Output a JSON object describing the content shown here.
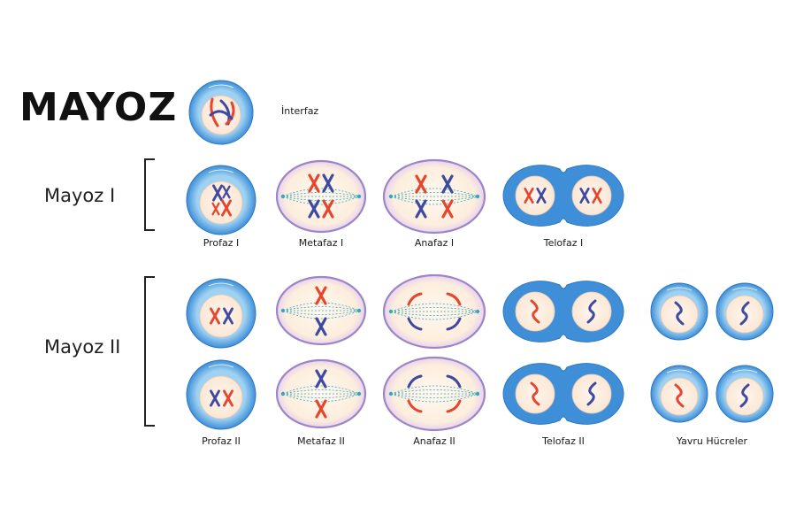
{
  "title": "MAYOZ",
  "sections": {
    "meiosis1": "Mayoz I",
    "meiosis2": "Mayoz II"
  },
  "stages": {
    "interphase": "İnterfaz",
    "prophase1": "Profaz I",
    "metaphase1": "Metafaz I",
    "anaphase1": "Anafaz I",
    "telophase1": "Telofaz I",
    "prophase2": "Profaz II",
    "metaphase2": "Metafaz II",
    "anaphase2": "Anafaz II",
    "telophase2": "Telofaz II",
    "daughter_cells": "Yavru Hücreler"
  },
  "colors": {
    "cell_outer": "#3f8fd8",
    "cell_inner": "#9fd2f2",
    "nucleus": "#fbe7d5",
    "ellipse_fill": "#fdeedd",
    "ellipse_edge": "#9a86c8",
    "chromosome_red": "#e6452e",
    "chromosome_blue": "#3e4aa0",
    "spindle": "#33a8c0"
  }
}
